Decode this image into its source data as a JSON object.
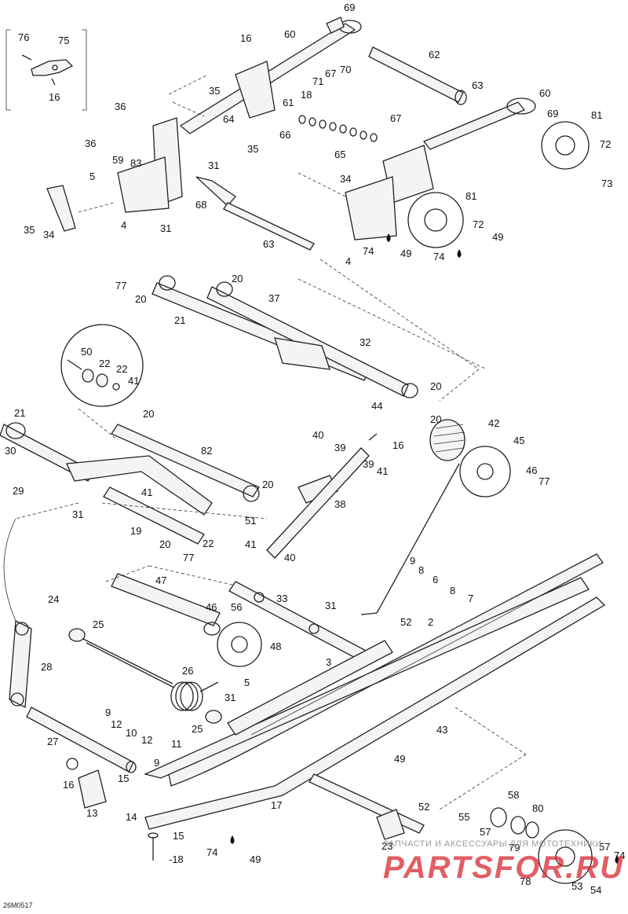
{
  "diagram": {
    "reference_code": "26M0517",
    "watermark": {
      "caption": "ЗАПЧАСТИ И АКСЕССУАРЫ ДЛЯ МОТОТЕХНИКИ",
      "brand": "PARTSFOR.RU"
    },
    "oil_symbol": "drop-icon",
    "callouts": [
      {
        "id": "c1",
        "text": "76"
      },
      {
        "id": "c2",
        "text": "75"
      },
      {
        "id": "c3",
        "text": "16"
      },
      {
        "id": "c4",
        "text": "69"
      },
      {
        "id": "c5",
        "text": "60"
      },
      {
        "id": "c6",
        "text": "16"
      },
      {
        "id": "c7",
        "text": "62"
      },
      {
        "id": "c8",
        "text": "71"
      },
      {
        "id": "c9",
        "text": "67"
      },
      {
        "id": "c10",
        "text": "70"
      },
      {
        "id": "c11",
        "text": "35"
      },
      {
        "id": "c12",
        "text": "18"
      },
      {
        "id": "c13",
        "text": "63"
      },
      {
        "id": "c14",
        "text": "60"
      },
      {
        "id": "c15",
        "text": "61"
      },
      {
        "id": "c16",
        "text": "36"
      },
      {
        "id": "c17",
        "text": "64"
      },
      {
        "id": "c18",
        "text": "67"
      },
      {
        "id": "c19",
        "text": "69"
      },
      {
        "id": "c20",
        "text": "81"
      },
      {
        "id": "c21",
        "text": "66"
      },
      {
        "id": "c22",
        "text": "35"
      },
      {
        "id": "c23",
        "text": "36"
      },
      {
        "id": "c24",
        "text": "59"
      },
      {
        "id": "c25",
        "text": "83"
      },
      {
        "id": "c26",
        "text": "65"
      },
      {
        "id": "c27",
        "text": "72"
      },
      {
        "id": "c28",
        "text": "31"
      },
      {
        "id": "c29",
        "text": "73"
      },
      {
        "id": "c30",
        "text": "5"
      },
      {
        "id": "c31",
        "text": "34"
      },
      {
        "id": "c32",
        "text": "81"
      },
      {
        "id": "c33",
        "text": "68"
      },
      {
        "id": "c34",
        "text": "35"
      },
      {
        "id": "c35",
        "text": "34"
      },
      {
        "id": "c36",
        "text": "4"
      },
      {
        "id": "c37",
        "text": "31"
      },
      {
        "id": "c38",
        "text": "72"
      },
      {
        "id": "c39",
        "text": "63"
      },
      {
        "id": "c40",
        "text": "74"
      },
      {
        "id": "c41",
        "text": "49"
      },
      {
        "id": "c42",
        "text": "49"
      },
      {
        "id": "c43",
        "text": "4"
      },
      {
        "id": "c44",
        "text": "74"
      },
      {
        "id": "c45",
        "text": "20"
      },
      {
        "id": "c46",
        "text": "77"
      },
      {
        "id": "c47",
        "text": "20"
      },
      {
        "id": "c48",
        "text": "37"
      },
      {
        "id": "c49",
        "text": "21"
      },
      {
        "id": "c50",
        "text": "32"
      },
      {
        "id": "c51",
        "text": "50"
      },
      {
        "id": "c52",
        "text": "22"
      },
      {
        "id": "c53",
        "text": "22"
      },
      {
        "id": "c54",
        "text": "41"
      },
      {
        "id": "c55",
        "text": "20"
      },
      {
        "id": "c56",
        "text": "44"
      },
      {
        "id": "c57",
        "text": "21"
      },
      {
        "id": "c58",
        "text": "20"
      },
      {
        "id": "c59",
        "text": "20"
      },
      {
        "id": "c60",
        "text": "42"
      },
      {
        "id": "c61",
        "text": "40"
      },
      {
        "id": "c62",
        "text": "39"
      },
      {
        "id": "c63",
        "text": "16"
      },
      {
        "id": "c64",
        "text": "45"
      },
      {
        "id": "c65",
        "text": "82"
      },
      {
        "id": "c66",
        "text": "30"
      },
      {
        "id": "c67",
        "text": "39"
      },
      {
        "id": "c68",
        "text": "41"
      },
      {
        "id": "c69",
        "text": "46"
      },
      {
        "id": "c70",
        "text": "29"
      },
      {
        "id": "c71",
        "text": "77"
      },
      {
        "id": "c72",
        "text": "20"
      },
      {
        "id": "c73",
        "text": "41"
      },
      {
        "id": "c74",
        "text": "38"
      },
      {
        "id": "c75",
        "text": "31"
      },
      {
        "id": "c76",
        "text": "51"
      },
      {
        "id": "c77",
        "text": "19"
      },
      {
        "id": "c78",
        "text": "20"
      },
      {
        "id": "c79",
        "text": "22"
      },
      {
        "id": "c80",
        "text": "41"
      },
      {
        "id": "c81",
        "text": "77"
      },
      {
        "id": "c82",
        "text": "40"
      },
      {
        "id": "c83",
        "text": "9"
      },
      {
        "id": "c84",
        "text": "8"
      },
      {
        "id": "c85",
        "text": "6"
      },
      {
        "id": "c86",
        "text": "8"
      },
      {
        "id": "c87",
        "text": "7"
      },
      {
        "id": "c88",
        "text": "47"
      },
      {
        "id": "c89",
        "text": "24"
      },
      {
        "id": "c90",
        "text": "46"
      },
      {
        "id": "c91",
        "text": "56"
      },
      {
        "id": "c92",
        "text": "33"
      },
      {
        "id": "c93",
        "text": "31"
      },
      {
        "id": "c94",
        "text": "25"
      },
      {
        "id": "c95",
        "text": "52"
      },
      {
        "id": "c96",
        "text": "2"
      },
      {
        "id": "c97",
        "text": "28"
      },
      {
        "id": "c98",
        "text": "48"
      },
      {
        "id": "c99",
        "text": "3"
      },
      {
        "id": "c100",
        "text": "26"
      },
      {
        "id": "c101",
        "text": "5"
      },
      {
        "id": "c102",
        "text": "9"
      },
      {
        "id": "c103",
        "text": "31"
      },
      {
        "id": "c104",
        "text": "12"
      },
      {
        "id": "c105",
        "text": "10"
      },
      {
        "id": "c106",
        "text": "25"
      },
      {
        "id": "c107",
        "text": "12"
      },
      {
        "id": "c108",
        "text": "11"
      },
      {
        "id": "c109",
        "text": "43"
      },
      {
        "id": "c110",
        "text": "27"
      },
      {
        "id": "c111",
        "text": "49"
      },
      {
        "id": "c112",
        "text": "9"
      },
      {
        "id": "c113",
        "text": "16"
      },
      {
        "id": "c114",
        "text": "15"
      },
      {
        "id": "c115",
        "text": "17"
      },
      {
        "id": "c116",
        "text": "52"
      },
      {
        "id": "c117",
        "text": "58"
      },
      {
        "id": "c118",
        "text": "13"
      },
      {
        "id": "c119",
        "text": "14"
      },
      {
        "id": "c120",
        "text": "55"
      },
      {
        "id": "c121",
        "text": "80"
      },
      {
        "id": "c122",
        "text": "15"
      },
      {
        "id": "c123",
        "text": "57"
      },
      {
        "id": "c124",
        "text": "23"
      },
      {
        "id": "c125",
        "text": "79"
      },
      {
        "id": "c126",
        "text": "57"
      },
      {
        "id": "c127",
        "text": "74"
      },
      {
        "id": "c128",
        "text": "74"
      },
      {
        "id": "c129",
        "text": "-18"
      },
      {
        "id": "c130",
        "text": "49"
      },
      {
        "id": "c131",
        "text": "78"
      },
      {
        "id": "c132",
        "text": "53"
      },
      {
        "id": "c133",
        "text": "54"
      }
    ]
  }
}
